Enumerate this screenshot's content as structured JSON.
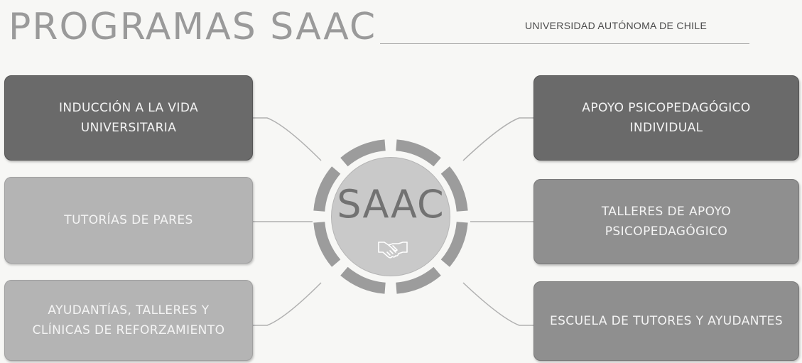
{
  "header": {
    "title": "PROGRAMAS SAAC",
    "institution": "UNIVERSIDAD AUTÓNOMA DE CHILE"
  },
  "hub": {
    "label": "SAAC",
    "icon": "handshake-icon"
  },
  "programs": {
    "left": [
      "INDUCCIÓN A LA VIDA\nUNIVERSITARIA",
      "TUTORÍAS DE PARES",
      "AYUDANTÍAS, TALLERES Y\nCLÍNICAS DE REFORZAMIENTO"
    ],
    "right": [
      "APOYO PSICOPEDAGÓGICO\nINDIVIDUAL",
      "TALLERES DE APOYO\nPSICOPEDAGÓGICO",
      "ESCUELA DE TUTORES Y AYUDANTES"
    ]
  },
  "colors": {
    "dark": "#6a6a6a",
    "mid": "#8f8f8f",
    "light": "#b4b4b4",
    "ring": "#9c9c9c",
    "hub": "#c9c9c9"
  }
}
